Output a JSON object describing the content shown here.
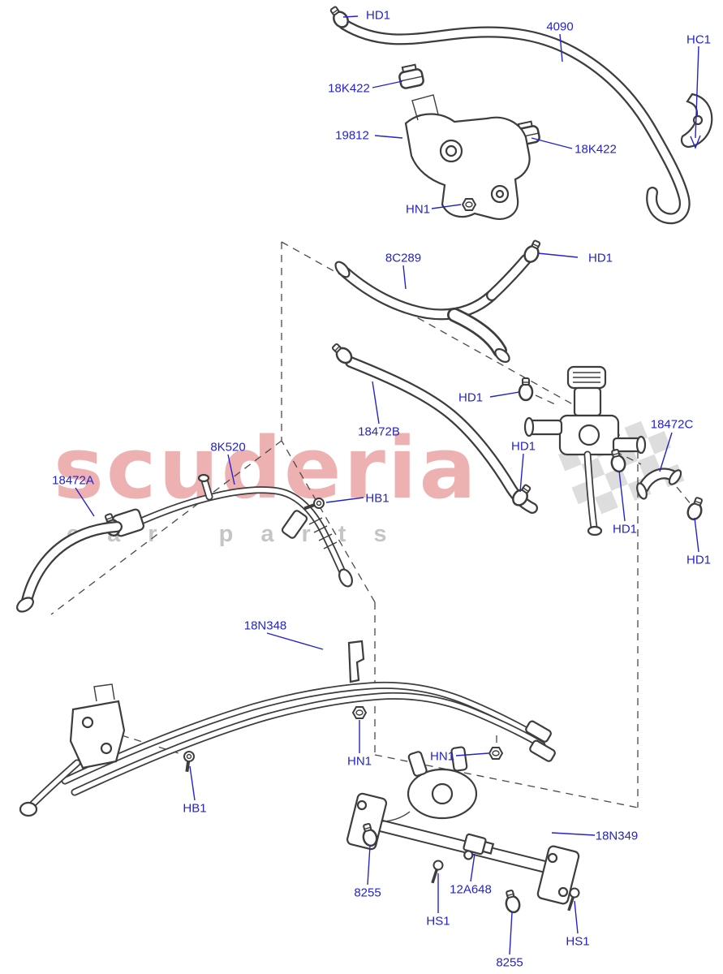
{
  "watermark": {
    "title": "scuderia",
    "subtitle": "car parts"
  },
  "colors": {
    "label_blue": "#2323cd",
    "watermark_red": "#d64646",
    "line_gray": "#3d3d3d"
  },
  "labels": [
    {
      "text": "HD1"
    },
    {
      "text": "4090"
    },
    {
      "text": "HC1"
    },
    {
      "text": "18K422"
    },
    {
      "text": "19812"
    },
    {
      "text": "18K422"
    },
    {
      "text": "HN1"
    },
    {
      "text": "8C289"
    },
    {
      "text": "HD1"
    },
    {
      "text": "HD1"
    },
    {
      "text": "18472B"
    },
    {
      "text": "18472C"
    },
    {
      "text": "HD1"
    },
    {
      "text": "8K520"
    },
    {
      "text": "18472A"
    },
    {
      "text": "HB1"
    },
    {
      "text": "HD1"
    },
    {
      "text": "HD1"
    },
    {
      "text": "18N348"
    },
    {
      "text": "HN1"
    },
    {
      "text": "HN1"
    },
    {
      "text": "HB1"
    },
    {
      "text": "18N349"
    },
    {
      "text": "8255"
    },
    {
      "text": "12A648"
    },
    {
      "text": "HS1"
    },
    {
      "text": "8255"
    },
    {
      "text": "HS1"
    }
  ]
}
